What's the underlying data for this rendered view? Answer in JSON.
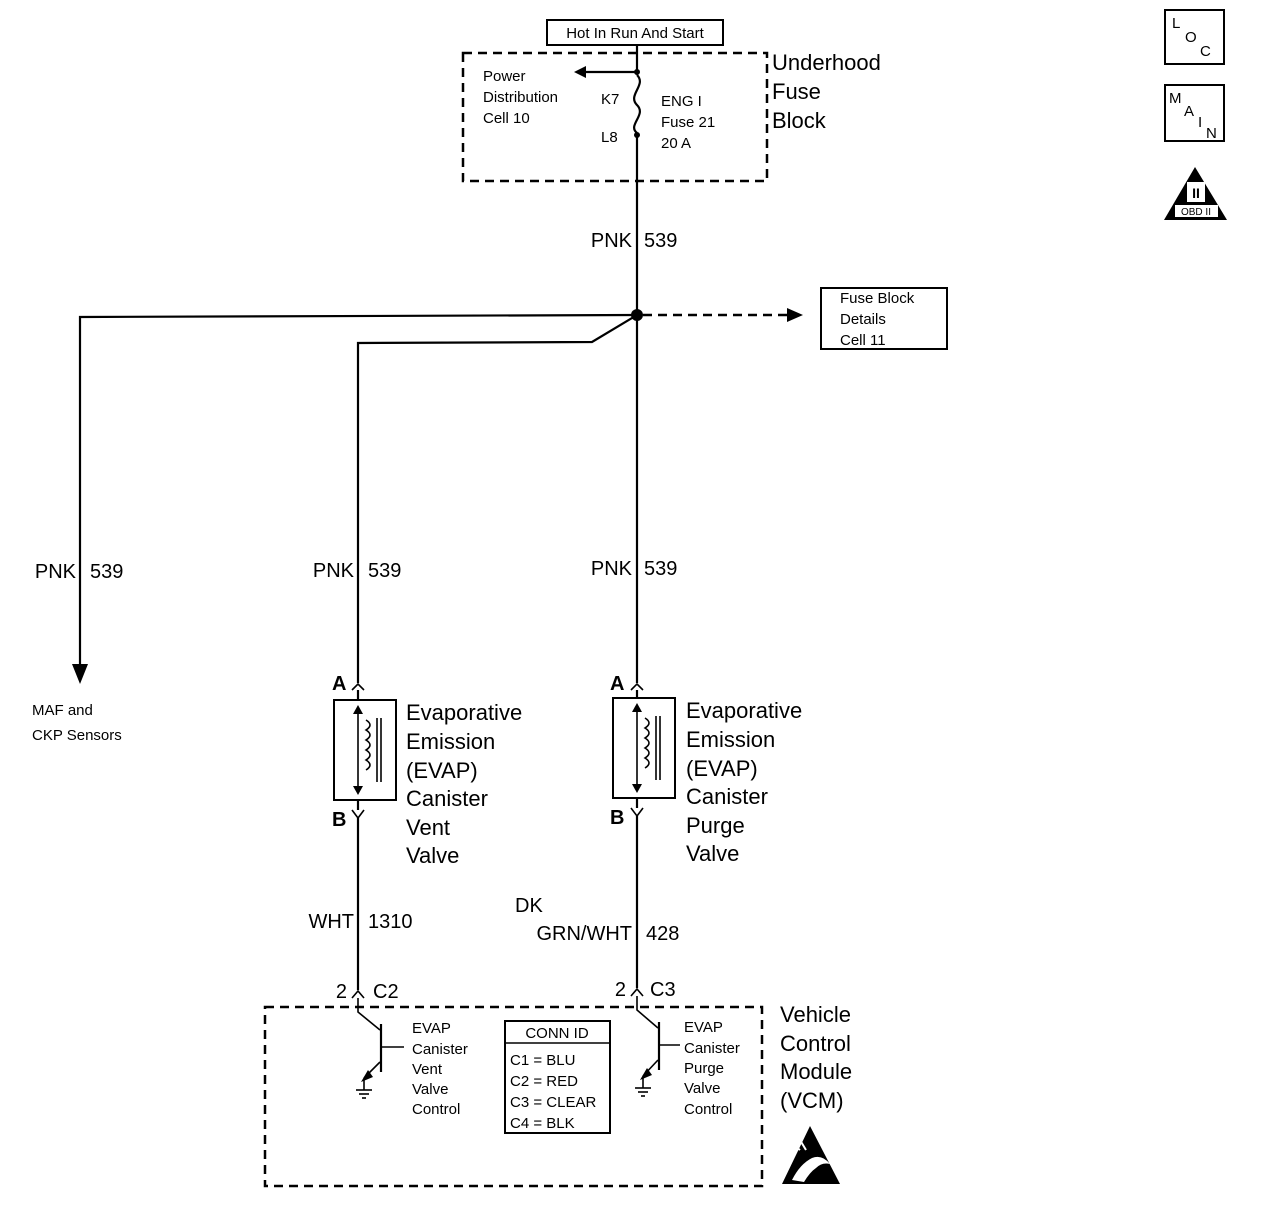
{
  "header": {
    "hot_label": "Hot In Run And Start"
  },
  "fuse_block": {
    "name_lines": [
      "Underhood",
      "Fuse",
      "Block"
    ],
    "pd_lines": [
      "Power",
      "Distribution",
      "Cell 10"
    ],
    "pin_top": "K7",
    "pin_bottom": "L8",
    "fuse_lines": [
      "ENG I",
      "Fuse 21",
      "20 A"
    ]
  },
  "wires": {
    "main_color": "PNK",
    "main_num": "539",
    "left_color": "PNK",
    "left_num": "539",
    "vent_color": "PNK",
    "vent_num": "539",
    "purge_color": "PNK",
    "purge_num": "539",
    "vent_ctrl_color": "WHT",
    "vent_ctrl_num": "1310",
    "purge_ctrl_color_1": "DK",
    "purge_ctrl_color_2": "GRN/WHT",
    "purge_ctrl_num": "428"
  },
  "fuse_details": [
    "Fuse Block",
    "Details",
    "Cell 11"
  ],
  "sensors": [
    "MAF and",
    "CKP Sensors"
  ],
  "vent_valve": {
    "pin_a": "A",
    "pin_b": "B",
    "name_lines": [
      "Evaporative",
      "Emission",
      "(EVAP)",
      "Canister",
      "Vent",
      "Valve"
    ]
  },
  "purge_valve": {
    "pin_a": "A",
    "pin_b": "B",
    "name_lines": [
      "Evaporative",
      "Emission",
      "(EVAP)",
      "Canister",
      "Purge",
      "Valve"
    ]
  },
  "vcm": {
    "name_lines": [
      "Vehicle",
      "Control",
      "Module",
      "(VCM)"
    ],
    "vent_pin": "2",
    "vent_conn": "C2",
    "purge_pin": "2",
    "purge_conn": "C3",
    "vent_ctrl_lines": [
      "EVAP",
      "Canister",
      "Vent",
      "Valve",
      "Control"
    ],
    "purge_ctrl_lines": [
      "EVAP",
      "Canister",
      "Purge",
      "Valve",
      "Control"
    ],
    "conn_id": {
      "title": "CONN ID",
      "rows": [
        "C1 = BLU",
        "C2 = RED",
        "C3 = CLEAR",
        "C4 = BLK"
      ]
    }
  },
  "badges": {
    "loc": [
      "L",
      "O",
      "C"
    ],
    "main": [
      "M",
      "A",
      "I",
      "N"
    ],
    "obd_roman": "II",
    "obd_label": "OBD II"
  },
  "icons": [
    "loc-icon",
    "main-icon",
    "obd-ii-icon",
    "esd-warning-icon",
    "ground-icon",
    "solenoid-icon",
    "transistor-icon"
  ]
}
